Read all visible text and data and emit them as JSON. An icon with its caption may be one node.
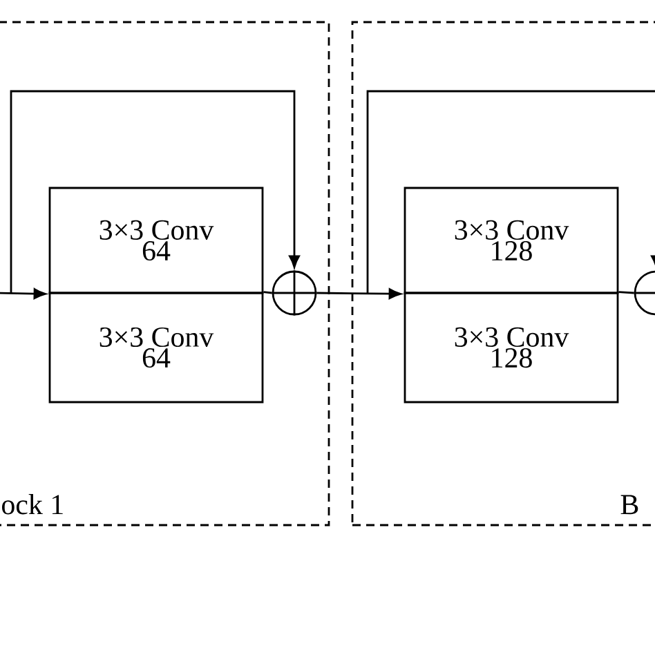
{
  "diagram": {
    "nodes": [
      {
        "text": [
          "ock 1"
        ]
      },
      {
        "text": [
          "3×3 Conv 64"
        ],
        "in": 0
      },
      {
        "text": [
          "3×3 Conv 64"
        ],
        "in": 0
      },
      {
        "text": [],
        "shape": "circle",
        "in": 0
      },
      {
        "text": [
          "B"
        ]
      },
      {
        "text": [
          "3×3 Conv 128"
        ],
        "in": 4
      },
      {
        "text": [
          "3×3 Conv 128"
        ],
        "in": 4
      },
      {
        "text": [],
        "shape": "circle",
        "in": 4
      }
    ],
    "edges": [
      {
        "from": null,
        "to": 1,
        "arrow": "to"
      },
      {
        "from": null,
        "to": 3,
        "arrow": "to"
      },
      {
        "from": 2,
        "to": 3,
        "arrow": "none"
      },
      {
        "from": 3,
        "to": 5,
        "arrow": "to"
      },
      {
        "from": null,
        "to": 7,
        "arrow": "to"
      },
      {
        "from": 6,
        "to": 7,
        "arrow": "none"
      }
    ]
  }
}
